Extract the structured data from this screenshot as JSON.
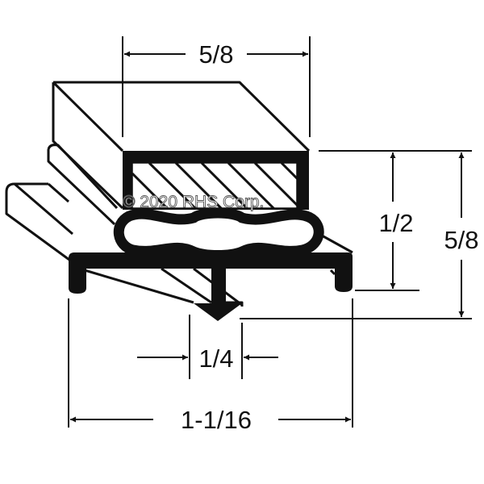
{
  "title": "Gasket profile diagram",
  "dimensions": {
    "top_width": "5/8",
    "right_inner_height": "1/2",
    "right_outer_height": "5/8",
    "dart_width": "1/4",
    "overall_width": "1-1/16"
  },
  "watermark": "© 2020 RHS Corp.",
  "colors": {
    "ink": "#111111",
    "background": "#ffffff"
  }
}
